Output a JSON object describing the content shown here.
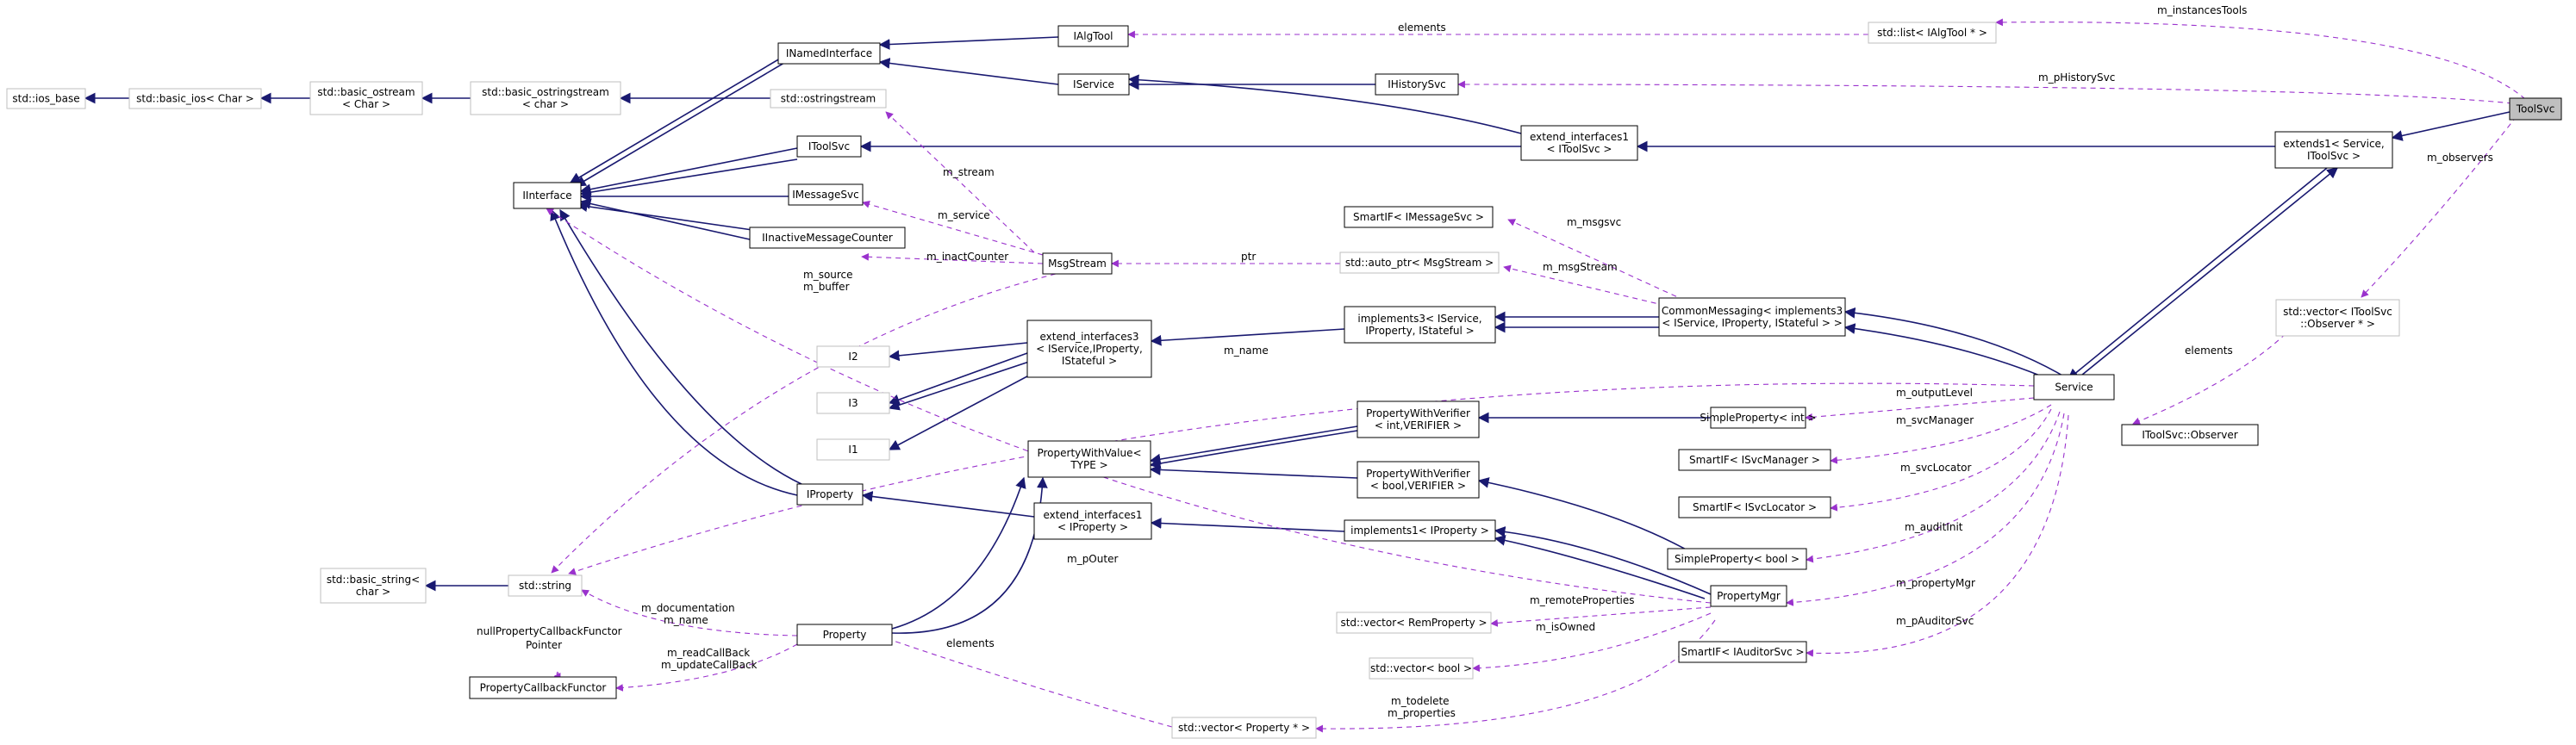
{
  "nodes": {
    "ios_base": {
      "lines": [
        "std::ios_base"
      ],
      "gray": true
    },
    "basic_ios": {
      "lines": [
        "std::basic_ios< Char >"
      ],
      "gray": true
    },
    "basic_ostream": {
      "lines": [
        "std::basic_ostream",
        "< Char >"
      ],
      "gray": true
    },
    "basic_ostringstream": {
      "lines": [
        "std::basic_ostringstream",
        "< char >"
      ],
      "gray": true
    },
    "ostringstream": {
      "lines": [
        "std::ostringstream"
      ],
      "gray": true
    },
    "INamedInterface": {
      "lines": [
        "INamedInterface"
      ]
    },
    "IAlgTool": {
      "lines": [
        "IAlgTool"
      ]
    },
    "IService": {
      "lines": [
        "IService"
      ]
    },
    "IHistorySvc": {
      "lines": [
        "IHistorySvc"
      ]
    },
    "list_ialgtool": {
      "lines": [
        "std::list< IAlgTool * >"
      ],
      "gray": true
    },
    "ToolSvc": {
      "lines": [
        "ToolSvc"
      ],
      "focus": true
    },
    "IToolSvc": {
      "lines": [
        "IToolSvc"
      ]
    },
    "extend_interfaces1_itoolsvc": {
      "lines": [
        "extend_interfaces1",
        "< IToolSvc >"
      ]
    },
    "extends1": {
      "lines": [
        "extends1< Service,",
        "IToolSvc >"
      ]
    },
    "IInterface": {
      "lines": [
        "IInterface"
      ]
    },
    "IMessageSvc": {
      "lines": [
        "IMessageSvc"
      ]
    },
    "IInactiveMessageCounter": {
      "lines": [
        "IInactiveMessageCounter"
      ]
    },
    "MsgStream": {
      "lines": [
        "MsgStream"
      ]
    },
    "SmartIF_IMessageSvc": {
      "lines": [
        "SmartIF< IMessageSvc >"
      ]
    },
    "auto_ptr_msgstream": {
      "lines": [
        "std::auto_ptr< MsgStream >"
      ],
      "gray": true
    },
    "implements3": {
      "lines": [
        "implements3< IService,",
        "IProperty, IStateful >"
      ]
    },
    "CommonMessaging": {
      "lines": [
        "CommonMessaging< implements3",
        "< IService, IProperty, IStateful > >"
      ]
    },
    "vector_observer": {
      "lines": [
        "std::vector< IToolSvc",
        "::Observer * >"
      ],
      "gray": true
    },
    "Service": {
      "lines": [
        "Service"
      ]
    },
    "extend_interfaces3": {
      "lines": [
        "extend_interfaces3",
        "< IService,IProperty,",
        "IStateful >"
      ]
    },
    "I2": {
      "lines": [
        "I2"
      ],
      "gray": true
    },
    "I3": {
      "lines": [
        "I3"
      ],
      "gray": true
    },
    "I1": {
      "lines": [
        "I1"
      ],
      "gray": true
    },
    "PropertyWithVerifier_int": {
      "lines": [
        "PropertyWithVerifier",
        "< int,VERIFIER >"
      ]
    },
    "SimpleProperty_int": {
      "lines": [
        "SimpleProperty< int >"
      ]
    },
    "IToolSvc_Observer": {
      "lines": [
        "IToolSvc::Observer"
      ]
    },
    "PropertyWithValue": {
      "lines": [
        "PropertyWithValue<",
        "TYPE >"
      ]
    },
    "PropertyWithVerifier_bool": {
      "lines": [
        "PropertyWithVerifier",
        "< bool,VERIFIER >"
      ]
    },
    "SmartIF_ISvcManager": {
      "lines": [
        "SmartIF< ISvcManager >"
      ]
    },
    "IProperty": {
      "lines": [
        "IProperty"
      ]
    },
    "extend_interfaces1_iproperty": {
      "lines": [
        "extend_interfaces1",
        "< IProperty >"
      ]
    },
    "implements1_iproperty": {
      "lines": [
        "implements1< IProperty >"
      ]
    },
    "SmartIF_ISvcLocator": {
      "lines": [
        "SmartIF< ISvcLocator >"
      ]
    },
    "SimpleProperty_bool": {
      "lines": [
        "SimpleProperty< bool >"
      ]
    },
    "basic_string_char": {
      "lines": [
        "std::basic_string<",
        "char >"
      ],
      "gray": true
    },
    "std_string": {
      "lines": [
        "std::string"
      ],
      "gray": true
    },
    "PropertyMgr": {
      "lines": [
        "PropertyMgr"
      ]
    },
    "vector_remprop": {
      "lines": [
        "std::vector< RemProperty >"
      ],
      "gray": true
    },
    "SmartIF_IAuditorSvc": {
      "lines": [
        "SmartIF< IAuditorSvc >"
      ]
    },
    "Property": {
      "lines": [
        "Property"
      ]
    },
    "vector_bool": {
      "lines": [
        "std::vector< bool >"
      ],
      "gray": true
    },
    "PropertyCallbackFunctor": {
      "lines": [
        "PropertyCallbackFunctor"
      ]
    },
    "vector_propptr": {
      "lines": [
        "std::vector< Property * >"
      ],
      "gray": true
    }
  },
  "edge_labels": {
    "m_instancesTools": "m_instancesTools",
    "elements_algtool": "elements",
    "m_pHistorySvc": "m_pHistorySvc",
    "m_observers": "m_observers",
    "m_stream": "m_stream",
    "m_service": "m_service",
    "m_inactCounter": "m_inactCounter",
    "m_source": "m_source",
    "m_buffer": "m_buffer",
    "m_msgsvc": "m_msgsvc",
    "ptr": "ptr",
    "m_msgStream": "m_msgStream",
    "elements_observer": "elements",
    "m_name_service": "m_name",
    "m_outputLevel": "m_outputLevel",
    "m_svcManager": "m_svcManager",
    "m_svcLocator": "m_svcLocator",
    "m_auditInit": "m_auditInit",
    "m_pOuter": "m_pOuter",
    "m_propertyMgr": "m_propertyMgr",
    "m_documentation": "m_documentation",
    "m_name_property": "m_name",
    "m_remoteProperties": "m_remoteProperties",
    "m_pAuditorSvc": "m_pAuditorSvc",
    "nullPropertyCallbackFunctor": "nullPropertyCallbackFunctor",
    "Pointer": "Pointer",
    "m_readCallBack": "m_readCallBack",
    "m_updateCallBack": "m_updateCallBack",
    "m_isOwned": "m_isOwned",
    "elements_property": "elements",
    "m_todelete": "m_todelete",
    "m_properties": "m_properties"
  },
  "colors": {
    "inheritance_edge": "#191970",
    "usage_edge": "#9a32cd",
    "node_border": "#000000",
    "external_node_border": "#bfbfbf",
    "focus_node_fill": "#bfbfbf"
  }
}
